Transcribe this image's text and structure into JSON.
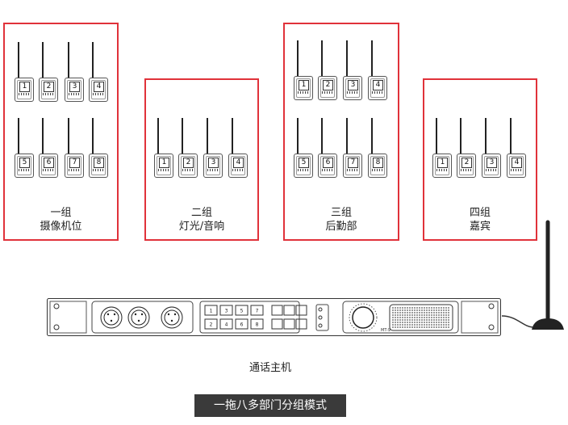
{
  "groups": [
    {
      "title": "一组",
      "subtitle": "摄像机位",
      "numbers": [
        "1",
        "2",
        "3",
        "4",
        "5",
        "6",
        "7",
        "8"
      ]
    },
    {
      "title": "二组",
      "subtitle": "灯光/音响",
      "numbers": [
        "1",
        "2",
        "3",
        "4"
      ]
    },
    {
      "title": "三组",
      "subtitle": "后勤部",
      "numbers": [
        "1",
        "2",
        "3",
        "4",
        "5",
        "6",
        "7",
        "8"
      ]
    },
    {
      "title": "四组",
      "subtitle": "嘉宾",
      "numbers": [
        "1",
        "2",
        "3",
        "4"
      ]
    }
  ],
  "host": {
    "label": "通话主机",
    "panel_keys": [
      "1",
      "3",
      "5",
      "7",
      "2",
      "4",
      "6",
      "8"
    ],
    "model_text": "MT-9"
  },
  "banner": "一拖八多部门分组模式",
  "colors": {
    "group_border": "#e0323a",
    "banner_bg": "#3a3a3a"
  }
}
